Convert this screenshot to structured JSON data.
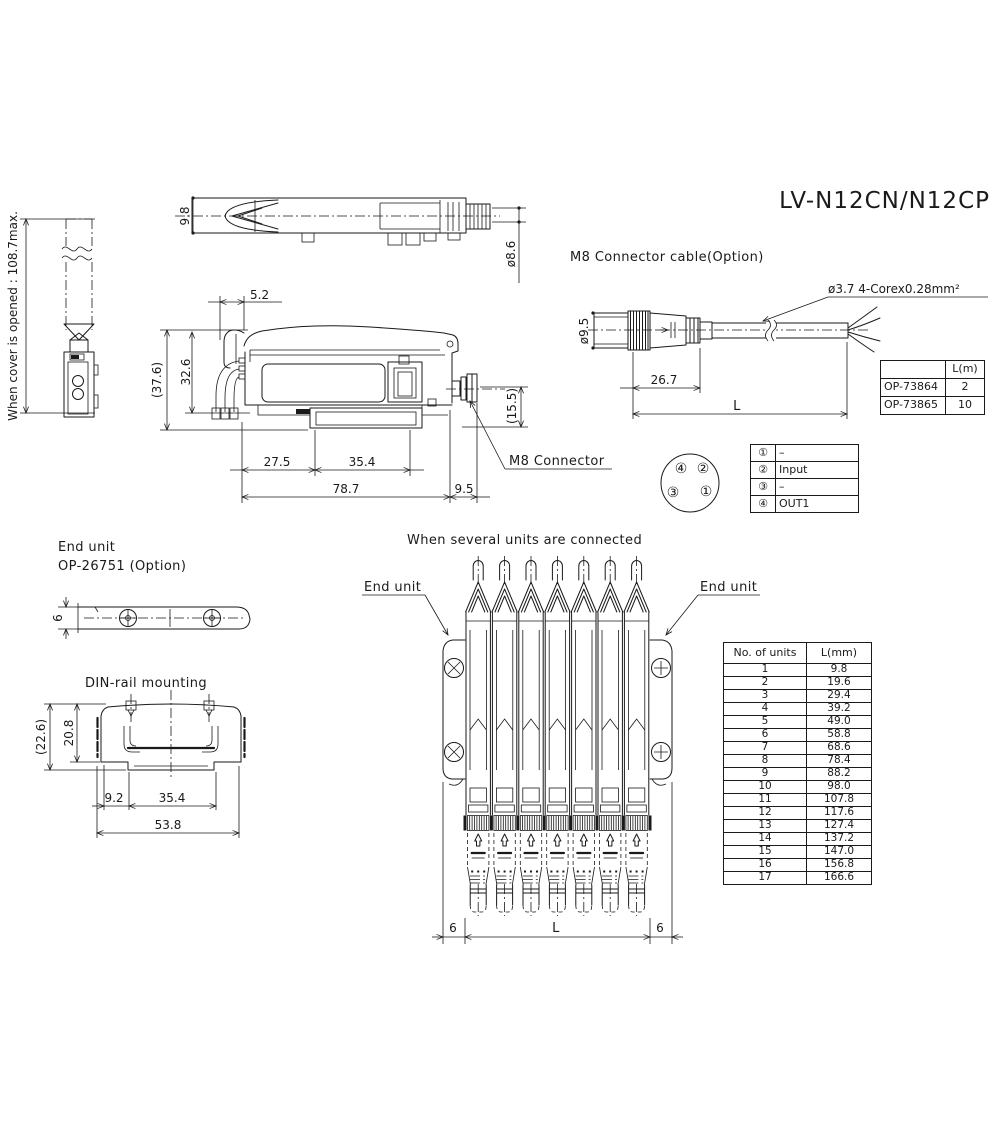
{
  "title": "LV-N12CN/N12CP",
  "labels": {
    "cover_opened": "When cover is opened : 108.7max.",
    "m8_cable": "M8 Connector cable(Option)",
    "cable_spec": "ø3.7 4-Corex0.28mm²",
    "m8_connector": "M8 Connector",
    "end_unit_title": "End unit",
    "end_unit_option": "OP-26751 (Option)",
    "din_rail": "DIN-rail mounting",
    "several_units": "When several units are connected",
    "end_unit_left": "End unit",
    "end_unit_right": "End unit"
  },
  "dims": {
    "top_view_height": "9.8",
    "top_view_dia": "ø8.6",
    "cable_dia": "ø9.5",
    "cable_connector_len": "26.7",
    "cable_len": "L",
    "main_top": "5.2",
    "main_height_outer": "(37.6)",
    "main_height_inner": "32.6",
    "main_connector_height": "(15.5)",
    "main_w1": "27.5",
    "main_w2": "35.4",
    "main_total": "78.7",
    "main_connector_len": "9.5",
    "end_unit_thickness": "6",
    "din_outer": "(22.6)",
    "din_inner": "20.8",
    "din_w1": "9.2",
    "din_w2": "35.4",
    "din_total": "53.8",
    "multi_left": "6",
    "multi_len": "L",
    "multi_right": "6"
  },
  "pin_diagram": {
    "pins": [
      "④",
      "②",
      "③",
      "①"
    ]
  },
  "pin_table": {
    "rows": [
      [
        "①",
        "–"
      ],
      [
        "②",
        "Input"
      ],
      [
        "③",
        "–"
      ],
      [
        "④",
        "OUT1"
      ]
    ]
  },
  "cable_table": {
    "header": [
      "",
      "L(m)"
    ],
    "rows": [
      [
        "OP-73864",
        "2"
      ],
      [
        "OP-73865",
        "10"
      ]
    ]
  },
  "units_table": {
    "headers": [
      "No. of units",
      "L(mm)"
    ],
    "rows": [
      [
        "1",
        "9.8"
      ],
      [
        "2",
        "19.6"
      ],
      [
        "3",
        "29.4"
      ],
      [
        "4",
        "39.2"
      ],
      [
        "5",
        "49.0"
      ],
      [
        "6",
        "58.8"
      ],
      [
        "7",
        "68.6"
      ],
      [
        "8",
        "78.4"
      ],
      [
        "9",
        "88.2"
      ],
      [
        "10",
        "98.0"
      ],
      [
        "11",
        "107.8"
      ],
      [
        "12",
        "117.6"
      ],
      [
        "13",
        "127.4"
      ],
      [
        "14",
        "137.2"
      ],
      [
        "15",
        "147.0"
      ],
      [
        "16",
        "156.8"
      ],
      [
        "17",
        "166.6"
      ]
    ]
  },
  "colors": {
    "line": "#1a1a1a",
    "background": "#ffffff"
  }
}
